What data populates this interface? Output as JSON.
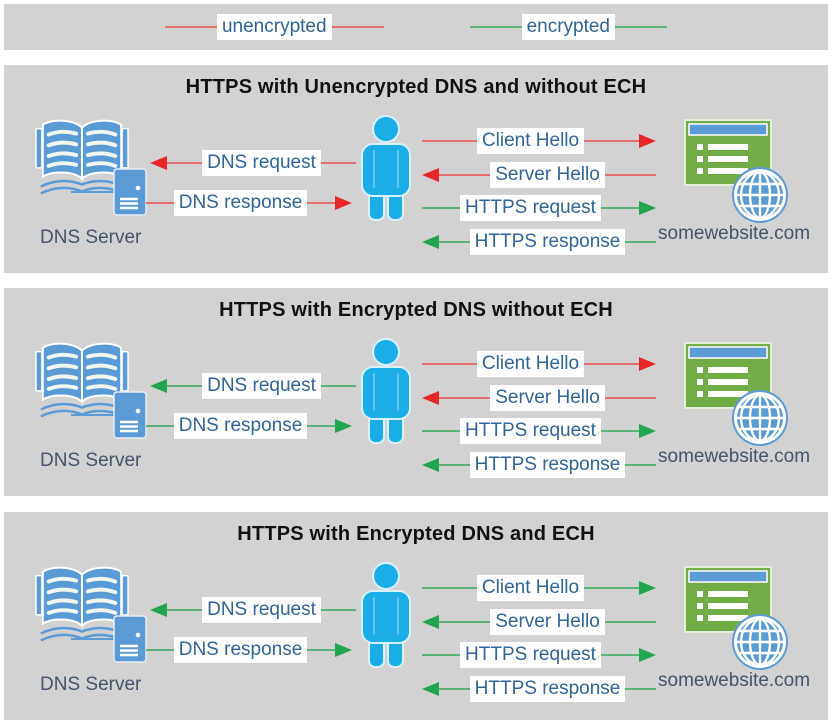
{
  "colors": {
    "page_bg": "#ffffff",
    "panel_bg": "#d2d2d2",
    "red_head": "#e8262a",
    "red_line": "#e4706f",
    "green_head": "#23a44e",
    "green_line": "#5db377",
    "label_text": "#31659b",
    "caption_text": "#44546a",
    "title_text": "#111111",
    "icon_blue": "#5b9bd5",
    "person_blue": "#1aade6",
    "website_green": "#70ad47"
  },
  "legend": {
    "items": [
      {
        "label": "unencrypted",
        "color": "red"
      },
      {
        "label": "encrypted",
        "color": "green"
      }
    ]
  },
  "panels": [
    {
      "title": "HTTPS with Unencrypted DNS and without ECH",
      "dns_server_label": "DNS Server",
      "website_label": "somewebsite.com",
      "dns_arrows": [
        {
          "label": "DNS request",
          "dir": "left",
          "color": "red"
        },
        {
          "label": "DNS response",
          "dir": "right",
          "color": "red"
        }
      ],
      "handshake_arrows": [
        {
          "label": "Client Hello",
          "dir": "right",
          "color": "red"
        },
        {
          "label": "Server Hello",
          "dir": "left",
          "color": "red"
        },
        {
          "label": "HTTPS request",
          "dir": "right",
          "color": "green"
        },
        {
          "label": "HTTPS response",
          "dir": "left",
          "color": "green"
        }
      ]
    },
    {
      "title": "HTTPS with Encrypted DNS without ECH",
      "dns_server_label": "DNS Server",
      "website_label": "somewebsite.com",
      "dns_arrows": [
        {
          "label": "DNS request",
          "dir": "left",
          "color": "green"
        },
        {
          "label": "DNS response",
          "dir": "right",
          "color": "green"
        }
      ],
      "handshake_arrows": [
        {
          "label": "Client Hello",
          "dir": "right",
          "color": "red"
        },
        {
          "label": "Server Hello",
          "dir": "left",
          "color": "red"
        },
        {
          "label": "HTTPS request",
          "dir": "right",
          "color": "green"
        },
        {
          "label": "HTTPS response",
          "dir": "left",
          "color": "green"
        }
      ]
    },
    {
      "title": "HTTPS with Encrypted DNS and ECH",
      "dns_server_label": "DNS Server",
      "website_label": "somewebsite.com",
      "dns_arrows": [
        {
          "label": "DNS request",
          "dir": "left",
          "color": "green"
        },
        {
          "label": "DNS response",
          "dir": "right",
          "color": "green"
        }
      ],
      "handshake_arrows": [
        {
          "label": "Client Hello",
          "dir": "right",
          "color": "green"
        },
        {
          "label": "Server Hello",
          "dir": "left",
          "color": "green"
        },
        {
          "label": "HTTPS request",
          "dir": "right",
          "color": "green"
        },
        {
          "label": "HTTPS response",
          "dir": "left",
          "color": "green"
        }
      ]
    }
  ]
}
